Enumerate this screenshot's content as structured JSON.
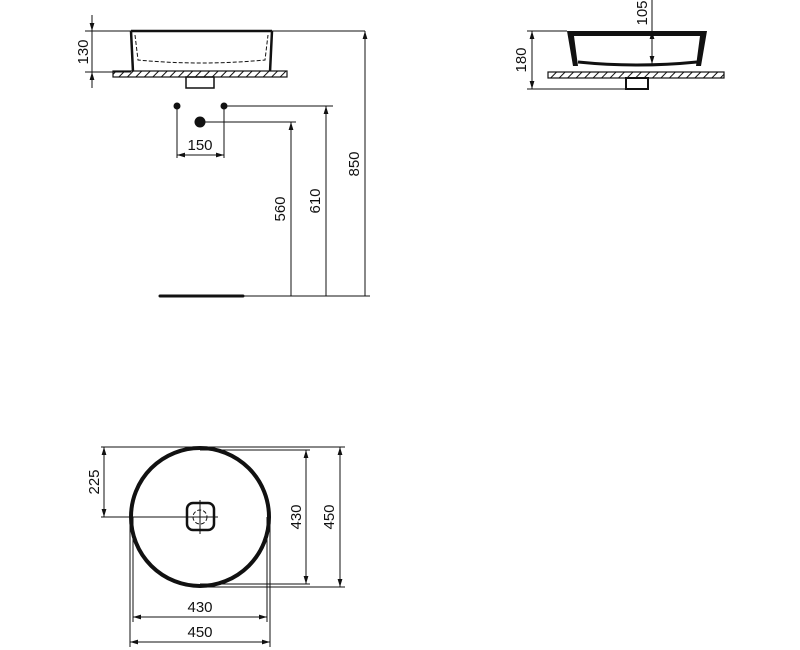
{
  "dimensions": {
    "side_height": "130",
    "tap_spacing": "150",
    "waste_height": "560",
    "tap_height": "610",
    "rim_height": "850",
    "front_height": "180",
    "bowl_depth": "105",
    "center_offset": "225",
    "inner_diameter_v": "430",
    "outer_diameter_v": "450",
    "inner_diameter_h": "430",
    "outer_diameter_h": "450"
  }
}
